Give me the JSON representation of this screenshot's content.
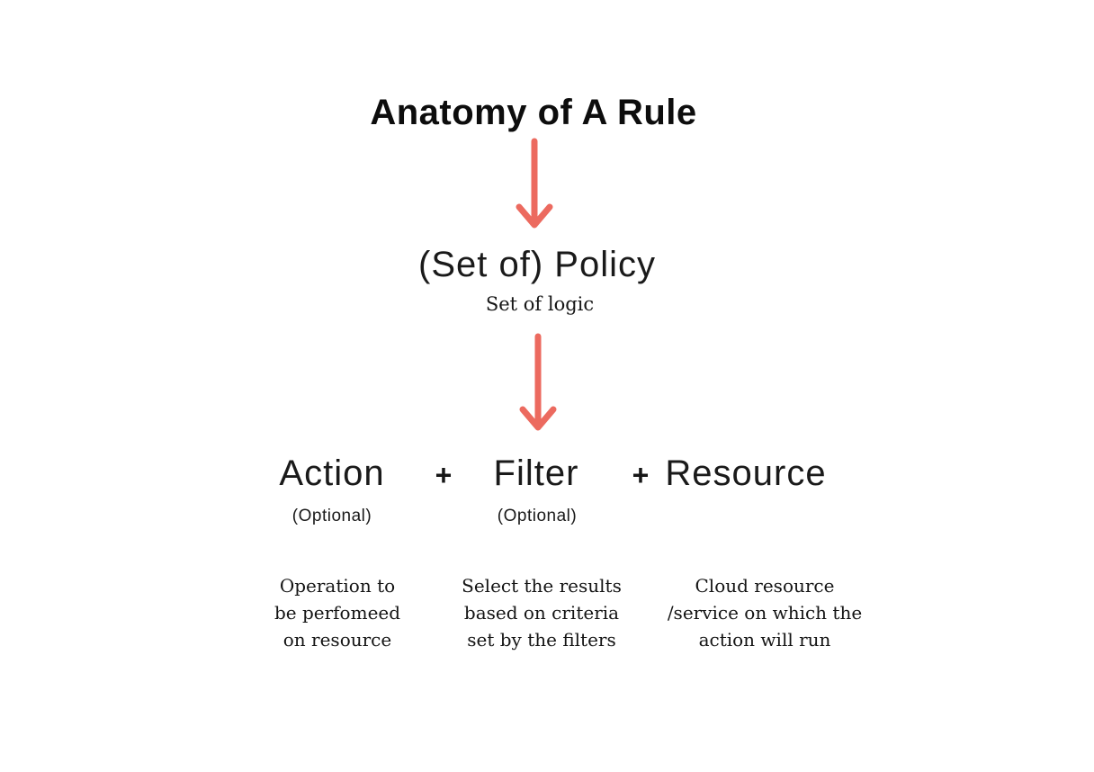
{
  "page": {
    "background": "#ffffff",
    "text_color": "#121212",
    "accent_arrow_color": "#ec6a5f"
  },
  "title": "Anatomy of A Rule",
  "policy": {
    "label": "(Set of) Policy",
    "sublabel": "Set of logic"
  },
  "operators": {
    "plus": "+"
  },
  "components": [
    {
      "label": "Action",
      "optional": "(Optional)",
      "description": "Operation to\nbe perfomeed\non resource"
    },
    {
      "label": "Filter",
      "optional": "(Optional)",
      "description": "Select the results\nbased on criteria\nset by the filters"
    },
    {
      "label": "Resource",
      "optional": "",
      "description": "Cloud resource\n/service on which the\naction will run"
    }
  ],
  "icons": {
    "down_arrow": "down-arrow"
  }
}
